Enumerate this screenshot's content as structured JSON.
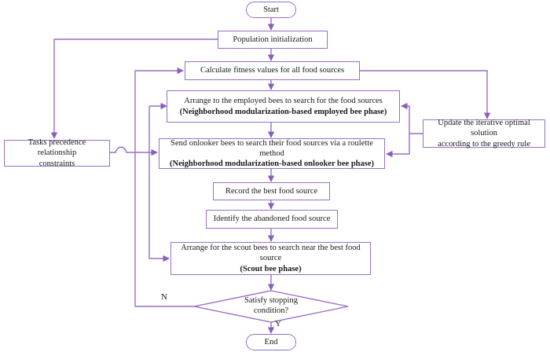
{
  "diagram": {
    "title": "Artificial Bee Colony algorithm flowchart",
    "accent_color": "#9a6fc4",
    "text_color": "#1a1a1a",
    "background_color": "#ffffff"
  },
  "nodes": {
    "start": {
      "label": "Start",
      "shape": "terminator"
    },
    "population_init": {
      "label": "Population initialization",
      "shape": "process"
    },
    "calculate_fitness": {
      "label": "Calculate fitness values for all food sources",
      "shape": "process"
    },
    "employed_bee": {
      "line1": "Arrange to the employed bees to search for the food sources",
      "line2": "(Neighborhood modularization-based employed bee phase)",
      "shape": "process"
    },
    "onlooker_bee": {
      "line1": "Send onlooker bees to search their food sources via a roulette method",
      "line2": "(Neighborhood modularization-based onlooker bee phase)",
      "shape": "process"
    },
    "tasks_constraints": {
      "line1": "Tasks precedence relationship",
      "line2": "constraints",
      "shape": "process"
    },
    "update_greedy": {
      "line1": "Update the iterative optimal solution",
      "line2": "according to the greedy rule",
      "shape": "process"
    },
    "record_best": {
      "label": "Record the best food source",
      "shape": "process"
    },
    "identify_abandoned": {
      "label": "Identify the abandoned food source",
      "shape": "process"
    },
    "scout_bee": {
      "line1": "Arrange for the scout bees to search near the best food source",
      "line2": "(Scout bee phase)",
      "shape": "process"
    },
    "decision": {
      "line1": "Satisfy stopping",
      "line2": "condition?",
      "shape": "decision"
    },
    "end": {
      "label": "End",
      "shape": "terminator"
    }
  },
  "edge_labels": {
    "no_branch": "N",
    "yes_branch": "Y"
  }
}
